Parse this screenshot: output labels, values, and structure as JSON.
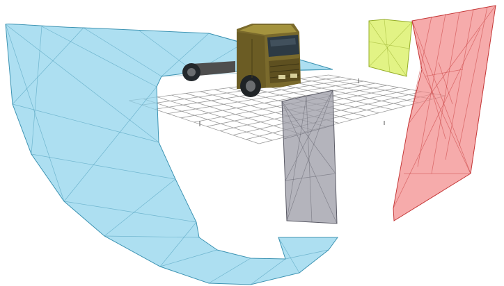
{
  "scene": {
    "background": "#ffffff",
    "ground_grid": {
      "line_color": "#9a9a9a",
      "divisions_along": 14,
      "divisions_across": 10
    },
    "truck": {
      "cab_color": "#7a6a2c",
      "cab_highlight": "#b3a24a",
      "tire_color": "#1f2326",
      "rim_color": "#6a6d70",
      "tractor_frame_color": "#4a4a4a"
    },
    "field_of_view_zones": [
      {
        "name": "wide-angle-mirror-zone",
        "fill": "#8dd3eb",
        "edge": "#3e94b3",
        "opacity": 0.72
      },
      {
        "name": "front-mirror-zone",
        "fill": "#9b9ba5",
        "edge": "#5b5b66",
        "opacity": 0.75
      },
      {
        "name": "close-proximity-mirror-zone",
        "fill": "#f28b8b",
        "edge": "#c63a3a",
        "opacity": 0.72
      },
      {
        "name": "main-mirror-zone",
        "fill": "#dcf06a",
        "edge": "#95ad28",
        "opacity": 0.82
      }
    ]
  }
}
